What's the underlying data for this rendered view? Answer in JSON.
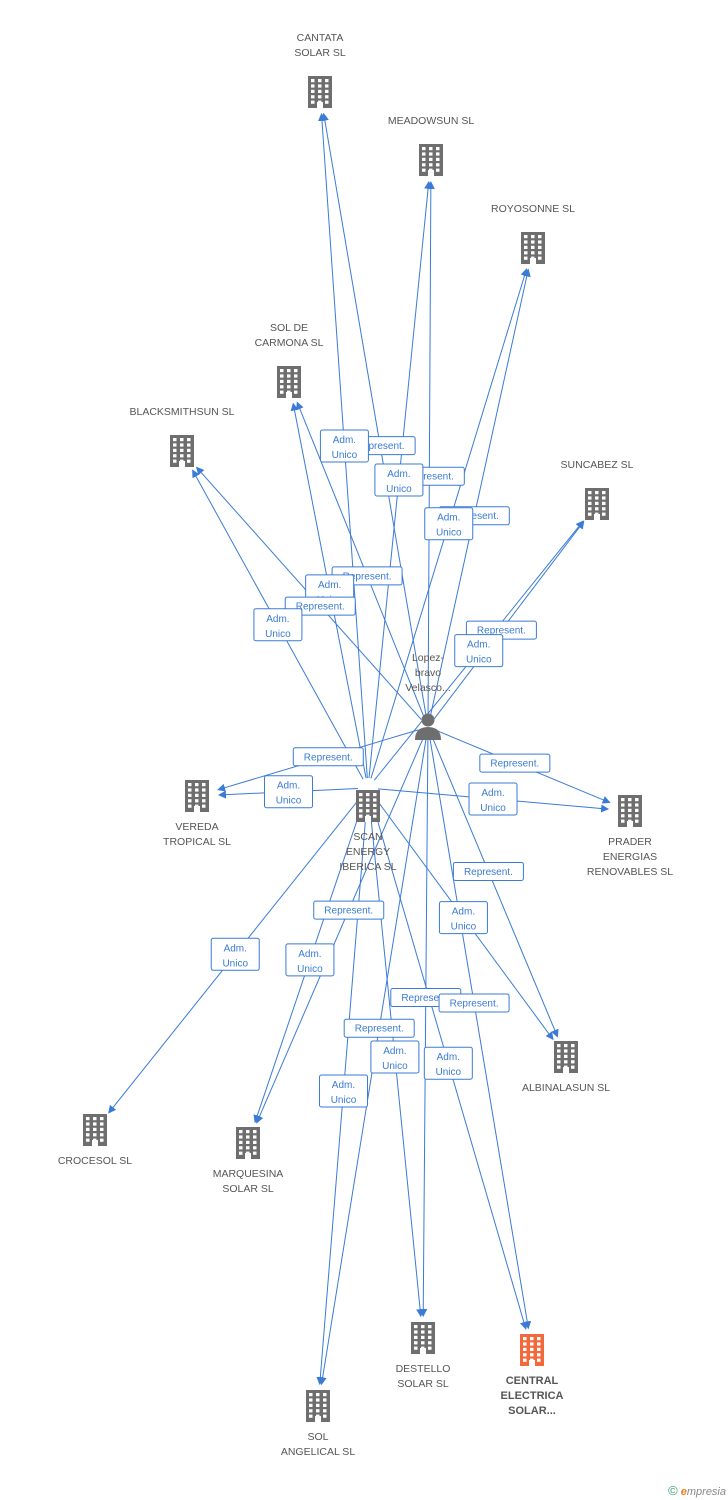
{
  "colors": {
    "edge": "#3a7bd5",
    "building": "#6e6e6e",
    "highlight": "#f26a3c",
    "person": "#6e6e6e"
  },
  "nodes": [
    {
      "id": "cantata",
      "kind": "company",
      "lines": [
        "CANTATA",
        "SOLAR SL"
      ]
    },
    {
      "id": "meadowsun",
      "kind": "company",
      "lines": [
        "MEADOWSUN SL"
      ]
    },
    {
      "id": "royosonne",
      "kind": "company",
      "lines": [
        "ROYOSONNE SL"
      ]
    },
    {
      "id": "solcarmona",
      "kind": "company",
      "lines": [
        "SOL DE",
        "CARMONA SL"
      ]
    },
    {
      "id": "blacksmithsun",
      "kind": "company",
      "lines": [
        "BLACKSMITHSUN SL"
      ]
    },
    {
      "id": "suncabez",
      "kind": "company",
      "lines": [
        "SUNCABEZ SL"
      ]
    },
    {
      "id": "person",
      "kind": "person",
      "lines": [
        "Lopez-",
        "bravo",
        "Velasco..."
      ]
    },
    {
      "id": "vereda",
      "kind": "company",
      "lines": [
        "VEREDA",
        "TROPICAL SL"
      ]
    },
    {
      "id": "scan",
      "kind": "company",
      "lines": [
        "SCAN",
        "ENERGY",
        "IBERICA SL"
      ]
    },
    {
      "id": "prader",
      "kind": "company",
      "lines": [
        "PRADER",
        "ENERGIAS",
        "RENOVABLES SL"
      ]
    },
    {
      "id": "albinalasun",
      "kind": "company",
      "lines": [
        "ALBINALASUN SL"
      ]
    },
    {
      "id": "crocesol",
      "kind": "company",
      "lines": [
        "CROCESOL SL"
      ]
    },
    {
      "id": "marquesina",
      "kind": "company",
      "lines": [
        "MARQUESINA",
        "SOLAR SL"
      ]
    },
    {
      "id": "destello",
      "kind": "company",
      "lines": [
        "DESTELLO",
        "SOLAR SL"
      ]
    },
    {
      "id": "central",
      "kind": "company",
      "highlight": true,
      "lines": [
        "CENTRAL",
        "ELECTRICA",
        "SOLAR..."
      ]
    },
    {
      "id": "solangelical",
      "kind": "company",
      "lines": [
        "SOL",
        "ANGELICAL SL"
      ]
    }
  ],
  "edges": [
    {
      "from": "person",
      "to": "cantata",
      "label": [
        "Represent."
      ]
    },
    {
      "from": "scan",
      "to": "cantata",
      "label": [
        "Adm.",
        "Unico"
      ]
    },
    {
      "from": "person",
      "to": "meadowsun",
      "label": [
        "Represent."
      ]
    },
    {
      "from": "scan",
      "to": "meadowsun",
      "label": [
        "Adm.",
        "Unico"
      ]
    },
    {
      "from": "person",
      "to": "royosonne",
      "label": [
        "Represent."
      ]
    },
    {
      "from": "scan",
      "to": "royosonne",
      "label": [
        "Adm.",
        "Unico"
      ]
    },
    {
      "from": "person",
      "to": "solcarmona",
      "label": [
        "Represent."
      ]
    },
    {
      "from": "scan",
      "to": "solcarmona",
      "label": [
        "Adm.",
        "Unico"
      ]
    },
    {
      "from": "person",
      "to": "blacksmithsun",
      "label": [
        "Represent."
      ]
    },
    {
      "from": "scan",
      "to": "blacksmithsun",
      "label": [
        "Adm.",
        "Unico"
      ]
    },
    {
      "from": "person",
      "to": "suncabez",
      "label": [
        "Represent."
      ]
    },
    {
      "from": "scan",
      "to": "suncabez",
      "label": [
        "Adm.",
        "Unico"
      ]
    },
    {
      "from": "person",
      "to": "vereda",
      "label": [
        "Represent."
      ]
    },
    {
      "from": "scan",
      "to": "vereda",
      "label": [
        "Adm.",
        "Unico"
      ]
    },
    {
      "from": "person",
      "to": "prader",
      "label": [
        "Represent."
      ]
    },
    {
      "from": "scan",
      "to": "prader",
      "label": [
        "Adm.",
        "Unico"
      ]
    },
    {
      "from": "person",
      "to": "albinalasun",
      "label": [
        "Represent."
      ]
    },
    {
      "from": "scan",
      "to": "albinalasun",
      "label": [
        "Adm.",
        "Unico"
      ]
    },
    {
      "from": "scan",
      "to": "crocesol",
      "label": [
        "Adm.",
        "Unico"
      ]
    },
    {
      "from": "person",
      "to": "marquesina",
      "label": [
        "Represent."
      ]
    },
    {
      "from": "scan",
      "to": "marquesina",
      "label": [
        "Adm.",
        "Unico"
      ]
    },
    {
      "from": "person",
      "to": "destello",
      "label": [
        "Represent."
      ]
    },
    {
      "from": "scan",
      "to": "destello",
      "label": [
        "Adm.",
        "Unico"
      ]
    },
    {
      "from": "person",
      "to": "central",
      "label": [
        "Represent."
      ]
    },
    {
      "from": "scan",
      "to": "central",
      "label": [
        "Adm.",
        "Unico"
      ]
    },
    {
      "from": "person",
      "to": "solangelical",
      "label": [
        "Represent."
      ]
    },
    {
      "from": "scan",
      "to": "solangelical",
      "label": [
        "Adm.",
        "Unico"
      ]
    }
  ],
  "footer": {
    "copyright": "©",
    "brand_initial": "e",
    "brand_rest": "mpresia"
  }
}
